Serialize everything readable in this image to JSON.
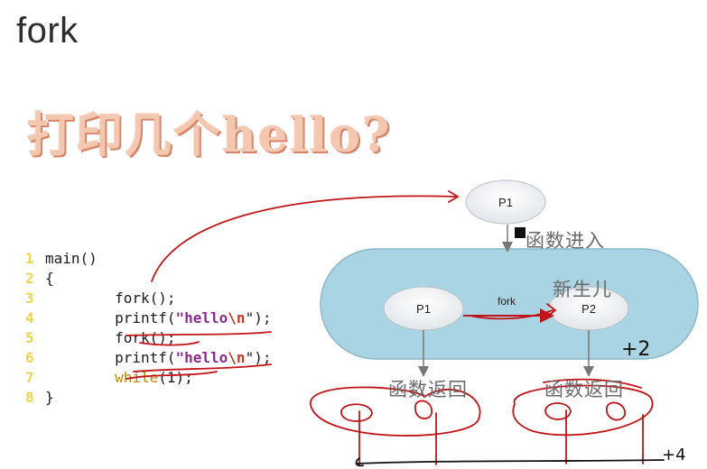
{
  "slide": {
    "title": "fork",
    "question": "打印几个hello?"
  },
  "code": {
    "lines": [
      {
        "num": "1",
        "text": "main()"
      },
      {
        "num": "2",
        "text": "{"
      },
      {
        "num": "3",
        "text": "        fork();"
      },
      {
        "num": "4",
        "pre": "        printf(",
        "str": "\"hello",
        "esc": "\\n",
        "post": "\");"
      },
      {
        "num": "5",
        "text": "        fork();"
      },
      {
        "num": "6",
        "pre": "        printf(",
        "str": "\"hello",
        "esc": "\\n",
        "post": "\");"
      },
      {
        "num": "7",
        "kw": "while",
        "post": "(1);"
      },
      {
        "num": "8",
        "text": "}"
      }
    ]
  },
  "diagram": {
    "top_node": "P1",
    "enter_label": "函数进入",
    "newborn_label": "新生儿",
    "left_node": "P1",
    "right_node": "P2",
    "fork_label": "fork",
    "return_left": "函数返回",
    "return_right": "函数返回"
  },
  "annotations": {
    "plus_two": "+2",
    "plus_four": "+4"
  },
  "colors": {
    "pool_fill": "#a9d4e4",
    "node_fill": "#eef1f4",
    "ink_red": "#c0141a",
    "question_color": "#f4c7b0"
  }
}
